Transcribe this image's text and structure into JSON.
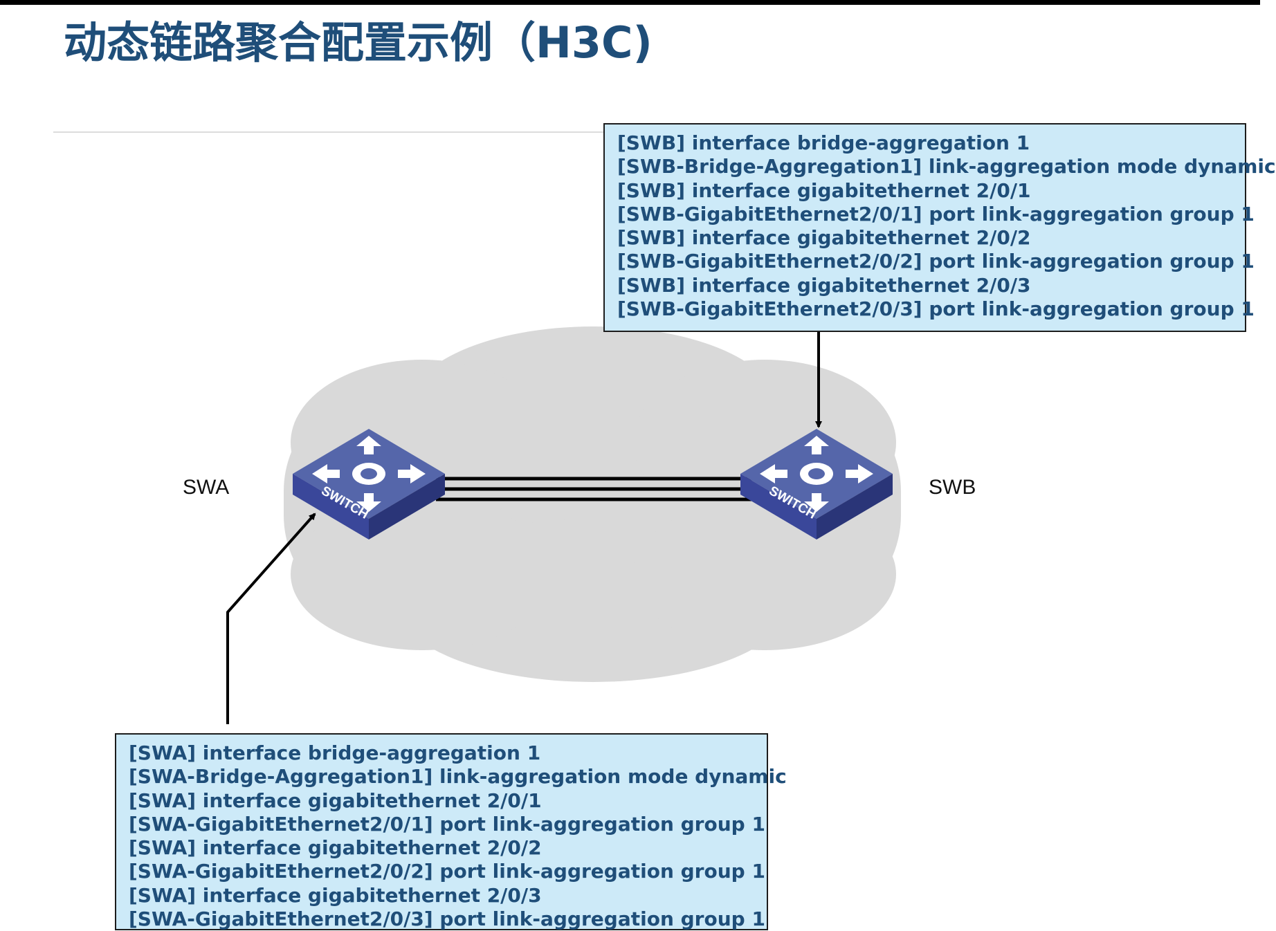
{
  "title": "动态链路聚合配置示例（H3C)",
  "colors": {
    "title": "#1f4e79",
    "box_fill": "#cdeaf8",
    "box_text": "#1f4e79",
    "cloud": "#d9d9d9",
    "switch_top": "#5566aa",
    "switch_side": "#333f8a",
    "link": "#000000"
  },
  "nodes": {
    "swa": {
      "label": "SWA",
      "icon": "switch-icon",
      "icon_text": "SWITCH"
    },
    "swb": {
      "label": "SWB",
      "icon": "switch-icon",
      "icon_text": "SWITCH"
    }
  },
  "links": {
    "count": 3
  },
  "swb_config": [
    "[SWB] interface bridge-aggregation 1",
    "[SWB-Bridge-Aggregation1] link-aggregation mode dynamic",
    "[SWB] interface gigabitethernet 2/0/1",
    "[SWB-GigabitEthernet2/0/1] port link-aggregation group 1",
    "[SWB] interface gigabitethernet 2/0/2",
    "[SWB-GigabitEthernet2/0/2] port link-aggregation group 1",
    "[SWB] interface gigabitethernet 2/0/3",
    "[SWB-GigabitEthernet2/0/3] port link-aggregation group 1"
  ],
  "swa_config": [
    "[SWA] interface bridge-aggregation 1",
    "[SWA-Bridge-Aggregation1] link-aggregation mode dynamic",
    "[SWA] interface gigabitethernet 2/0/1",
    "[SWA-GigabitEthernet2/0/1] port link-aggregation group 1",
    "[SWA] interface gigabitethernet 2/0/2",
    "[SWA-GigabitEthernet2/0/2] port link-aggregation group 1",
    "[SWA] interface gigabitethernet 2/0/3",
    "[SWA-GigabitEthernet2/0/3] port link-aggregation group 1"
  ]
}
